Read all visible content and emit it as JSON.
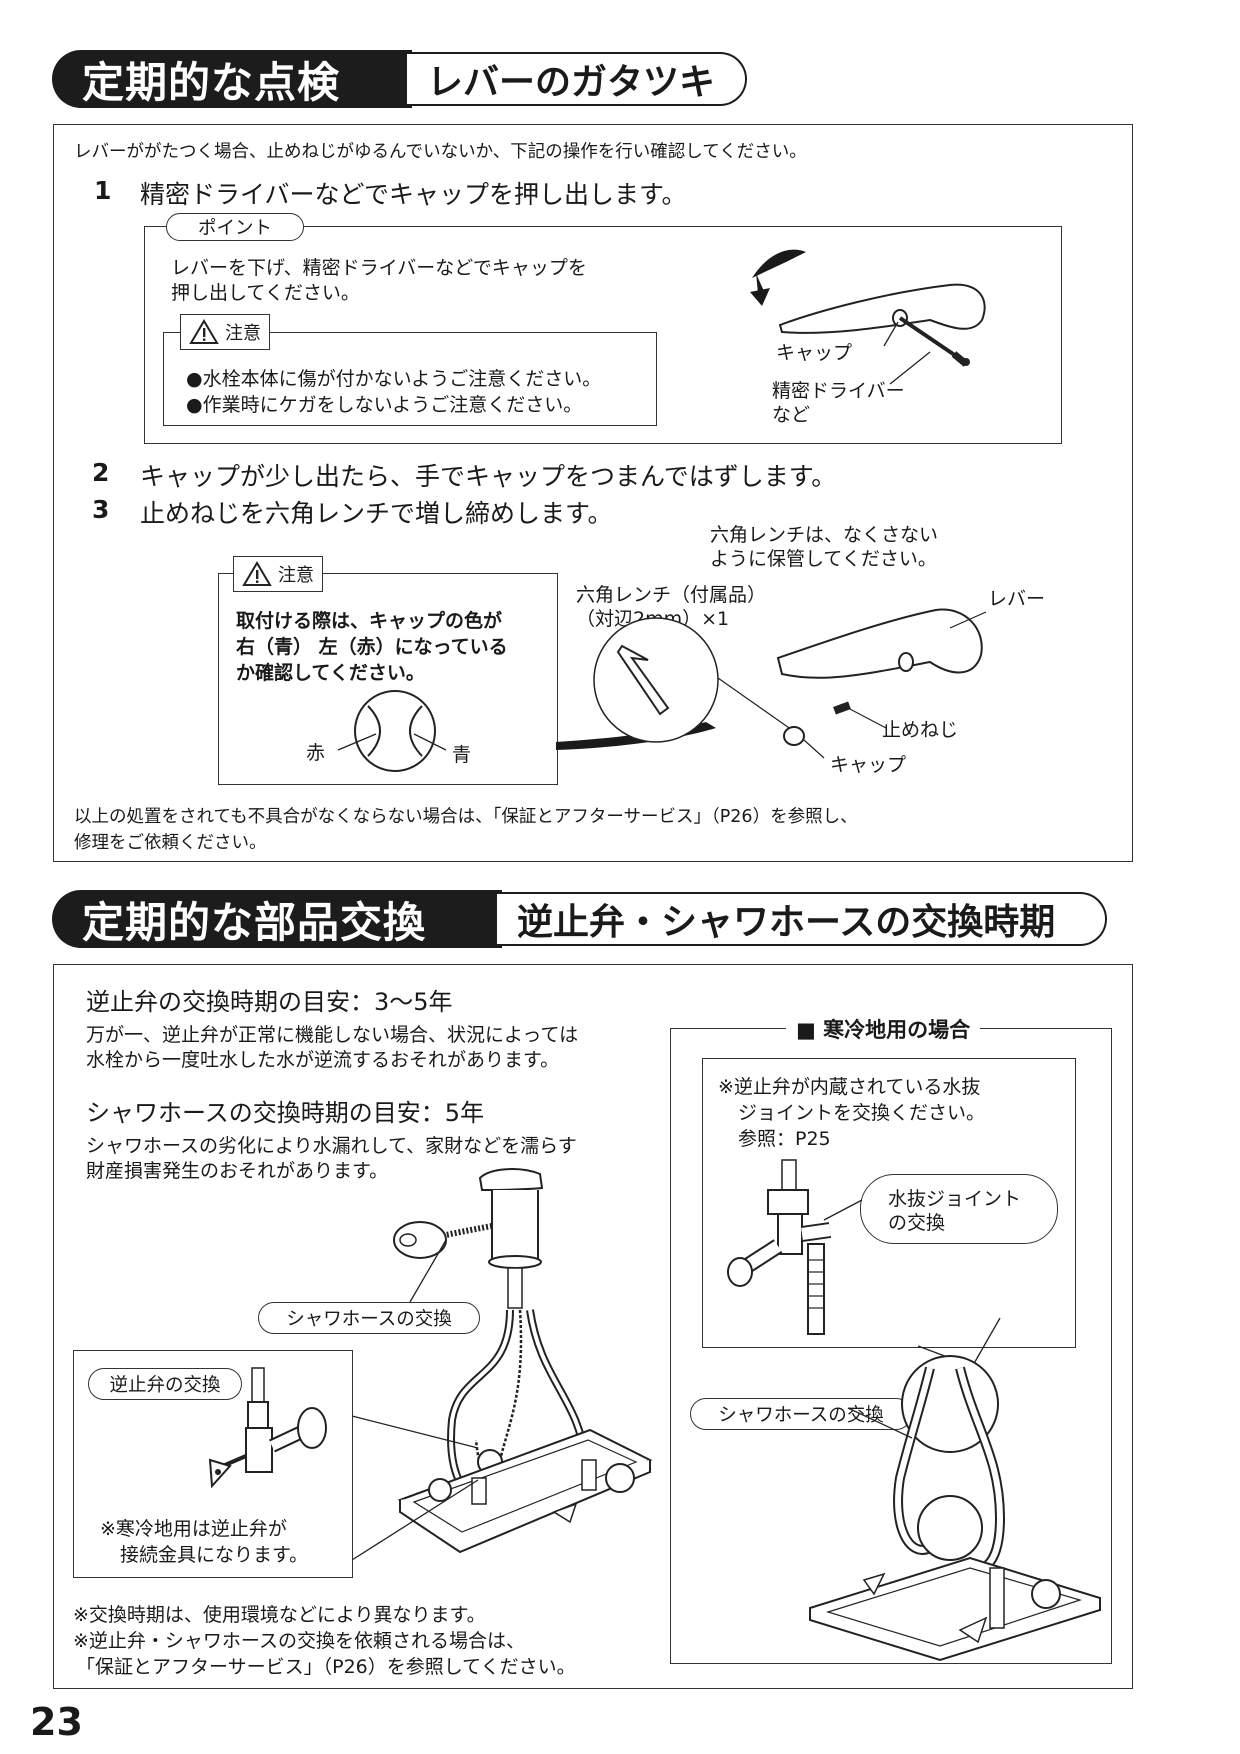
{
  "section1": {
    "title": "定期的な点検",
    "subtitle": "レバーのガタツキ",
    "intro": "レバーががたつく場合、止めねじがゆるんでいないか、下記の操作を行い確認してください。",
    "step1_num": "1",
    "step1_text": "精密ドライバーなどでキャップを押し出します。",
    "point_label": "ポイント",
    "point_line1": "レバーを下げ、精密ドライバーなどでキャップを",
    "point_line2": "押し出してください。",
    "caution_label": "注意",
    "caution_bullet1": "●水栓本体に傷が付かないようご注意ください。",
    "caution_bullet2": "●作業時にケガをしないようご注意ください。",
    "cap_label": "キャップ",
    "driver_label_line1": "精密ドライバー",
    "driver_label_line2": "など",
    "step2_num": "2",
    "step2_text": "キャップが少し出たら、手でキャップをつまんではずします。",
    "step3_num": "3",
    "step3_text": "止めねじを六角レンチで増し締めします。",
    "wrench_note_line1": "六角レンチは、なくさない",
    "wrench_note_line2": "ように保管してください。",
    "caution2_label": "注意",
    "caution2_line1": "取付ける際は、キャップの色が",
    "caution2_line2": "右（青） 左（赤）になっている",
    "caution2_line3": "か確認してください。",
    "red_label": "赤",
    "blue_label": "青",
    "wrench_label_line1": "六角レンチ（付属品）",
    "wrench_label_line2": "（対辺2mm）×1",
    "lever_label": "レバー",
    "screw_label": "止めねじ",
    "cap_label2": "キャップ",
    "footer_line1": "以上の処置をされても不具合がなくならない場合は、「保証とアフターサービス」（P26）を参照し、",
    "footer_line2": "修理をご依頼ください。"
  },
  "section2": {
    "title": "定期的な部品交換",
    "subtitle": "逆止弁・シャワホースの交換時期",
    "valve_heading": "逆止弁の交換時期の目安：3～5年",
    "valve_line1": "万が一、逆止弁が正常に機能しない場合、状況によっては",
    "valve_line2": "水栓から一度吐水した水が逆流するおそれがあります。",
    "hose_heading": "シャワホースの交換時期の目安：5年",
    "hose_line1": "シャワホースの劣化により水漏れして、家財などを濡らす",
    "hose_line2": "財産損害発生のおそれがあります。",
    "hose_exchange_label": "シャワホースの交換",
    "valve_exchange_label": "逆止弁の交換",
    "cold_note_line1": "※寒冷地用は逆止弁が",
    "cold_note_line2": "接続金具になります。",
    "cold_heading": "■ 寒冷地用の場合",
    "cold_box_line1": "※逆止弁が内蔵されている水抜",
    "cold_box_line2": "ジョイントを交換ください。",
    "cold_box_line3": "参照：P25",
    "drain_joint_line1": "水抜ジョイント",
    "drain_joint_line2": "の交換",
    "hose_exchange_label2": "シャワホースの交換",
    "note1": "※交換時期は、使用環境などにより異なります。",
    "note2": "※逆止弁・シャワホースの交換を依頼される場合は、",
    "note3": "「保証とアフターサービス」（P26）を参照してください。"
  },
  "page_number": "23"
}
